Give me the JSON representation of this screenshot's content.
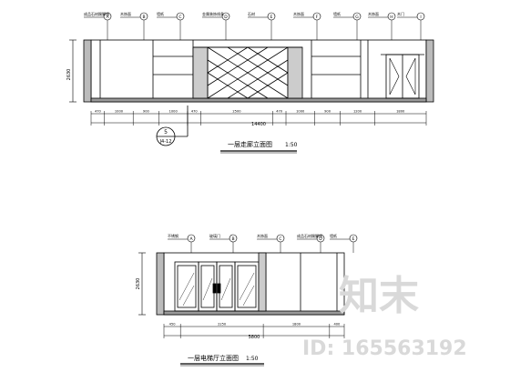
{
  "elevation_a": {
    "title": "一层走廊立面图",
    "scale": "1:50",
    "height_dim": "2630",
    "total_width": "14400",
    "segments": [
      "470",
      "1000",
      "900",
      "1000",
      "470",
      "2500",
      "470",
      "1000",
      "900",
      "1200",
      "1800"
    ],
    "section_marker": {
      "number": "5",
      "sheet": "J4-12"
    },
    "callouts": [
      "A",
      "B",
      "C",
      "D",
      "E",
      "F",
      "G",
      "H",
      "I"
    ],
    "labels": [
      "成品石材踢脚线",
      "木饰面",
      "墙纸",
      "金属装饰线条",
      "石材",
      "木饰面",
      "墙纸",
      "木饰面",
      "木门"
    ]
  },
  "elevation_b": {
    "title": "一层电梯厅立面图",
    "scale": "1:50",
    "height_dim": "2630",
    "total_width": "5800",
    "segments": [
      "450",
      "2250",
      "1800",
      "400"
    ],
    "callouts": [
      "A",
      "B",
      "C",
      "D",
      "E"
    ],
    "labels": [
      "不锈钢",
      "玻璃门",
      "木饰面",
      "成品石材踢脚线",
      "墙纸"
    ]
  },
  "watermark": {
    "logo_text": "知末",
    "id_text": "ID: 165563192"
  }
}
